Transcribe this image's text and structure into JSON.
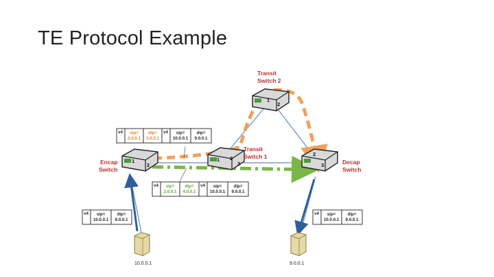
{
  "slide": {
    "title": "TE Protocol Example"
  },
  "switches": {
    "encap": {
      "label_line1": "Encap",
      "label_line2": "Switch",
      "port1": "1",
      "port2": "2"
    },
    "transit1": {
      "label_line1": "Transit",
      "label_line2": "Switch 1",
      "port1": "1",
      "port2": "2",
      "port3": "3"
    },
    "transit2": {
      "label_line1": "Transit",
      "label_line2": "Switch 2",
      "port1": "1",
      "port2": "2"
    },
    "decap": {
      "label_line1": "Decap",
      "label_line2": "Switch",
      "port1": "2",
      "port3": "3"
    }
  },
  "hosts": {
    "source": {
      "label": "10.0.0.1"
    },
    "dest": {
      "label": "9.0.0.1"
    }
  },
  "headers": {
    "top_orange": {
      "cells": [
        {
          "l1": "v4",
          "l2": "",
          "color": "#222222"
        },
        {
          "l1": "sip=",
          "l2": "2.0.0.1",
          "color": "#e0822a"
        },
        {
          "l1": "dip=",
          "l2": "3.0.0.1",
          "color": "#e0822a"
        },
        {
          "l1": "v4",
          "l2": "",
          "color": "#222222"
        },
        {
          "l1": "sip=",
          "l2": "10.0.0.1",
          "color": "#222222"
        },
        {
          "l1": "dip=",
          "l2": "9.0.0.1",
          "color": "#222222"
        }
      ]
    },
    "middle_green": {
      "cells": [
        {
          "l1": "v4",
          "l2": "",
          "color": "#222222"
        },
        {
          "l1": "sip=",
          "l2": "2.0.0.1",
          "color": "#6aa336"
        },
        {
          "l1": "dip=",
          "l2": "4.0.0.1",
          "color": "#6aa336"
        },
        {
          "l1": "v4",
          "l2": "",
          "color": "#222222"
        },
        {
          "l1": "sip=",
          "l2": "10.0.0.1",
          "color": "#222222"
        },
        {
          "l1": "dip=",
          "l2": "9.0.0.1",
          "color": "#222222"
        }
      ]
    },
    "left_plain": {
      "cells": [
        {
          "l1": "v4",
          "l2": "",
          "color": "#222222"
        },
        {
          "l1": "sip=",
          "l2": "10.0.0.1",
          "color": "#222222"
        },
        {
          "l1": "dip=",
          "l2": "9.0.0.1",
          "color": "#222222"
        }
      ]
    },
    "right_plain": {
      "cells": [
        {
          "l1": "v4",
          "l2": "",
          "color": "#222222"
        },
        {
          "l1": "sip=",
          "l2": "10.0.0.1",
          "color": "#222222"
        },
        {
          "l1": "dip=",
          "l2": "9.0.0.1",
          "color": "#222222"
        }
      ]
    }
  },
  "colors": {
    "orange_path": "#f0a25a",
    "green_path": "#7ab648",
    "link_blue": "#5a8fc8",
    "label_red": "#b5312c"
  }
}
